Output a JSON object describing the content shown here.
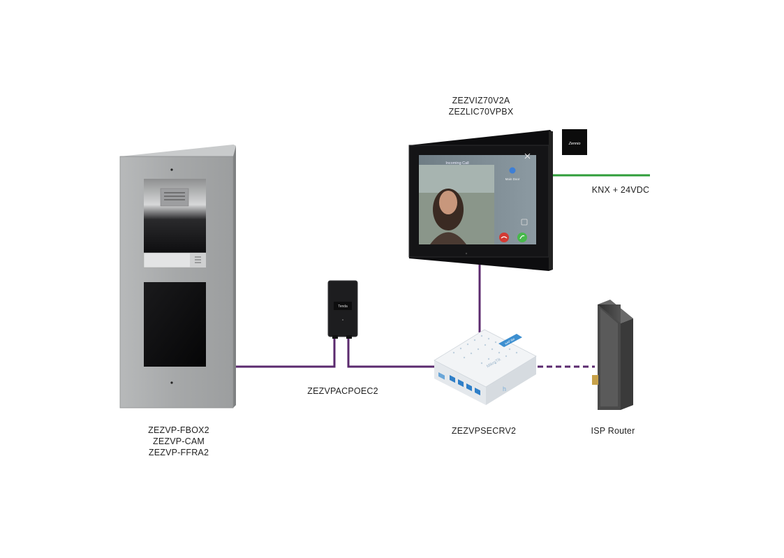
{
  "devices": {
    "outdoor_panel": {
      "labels": [
        "ZEZVP-FBOX2",
        "ZEZVP-CAM",
        "ZEZVP-FFRA2"
      ]
    },
    "poe_injector": {
      "label": "ZEZVPACPOEC2",
      "brand": "Tenda"
    },
    "monitor": {
      "labels": [
        "ZEZVIZ70V2A",
        "ZEZLIC70VPBX"
      ],
      "screen": {
        "title": "Incoming Call",
        "door_button": "Main Door"
      }
    },
    "license_card": {
      "brand": "Zennio"
    },
    "knx": {
      "label": "KNX + 24VDC"
    },
    "switch": {
      "label": "ZEZVPSECRV2",
      "brand": "MikroTik",
      "tag": "hAP lite"
    },
    "isp_router": {
      "label": "ISP Router"
    }
  },
  "colors": {
    "cable": "#5b2a6e",
    "knx": "#2f9e3a",
    "panel": "#a9abac",
    "monitor_frame": "#1a1a1a"
  }
}
